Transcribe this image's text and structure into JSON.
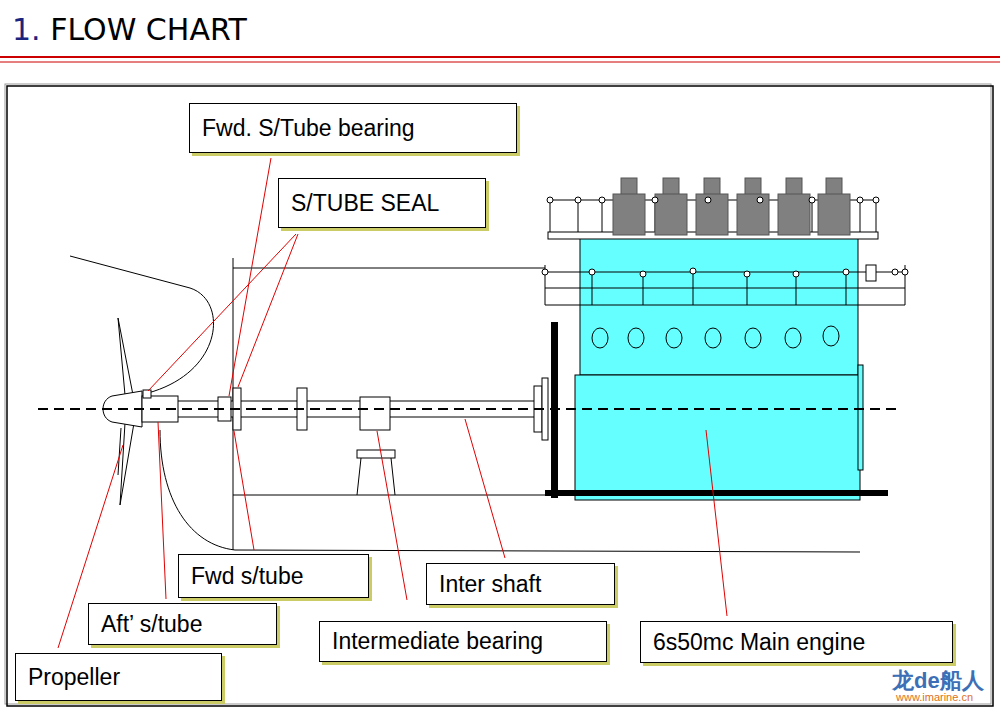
{
  "diagram": {
    "title": "1. FLOW CHART",
    "nodes": [
      {
        "text": [
          "Fwd. S/Tube bearing"
        ]
      },
      {
        "text": [
          "S/TUBE SEAL"
        ]
      },
      {
        "text": [
          "Fwd s/tube"
        ]
      },
      {
        "text": [
          "Inter shaft"
        ]
      },
      {
        "text": [
          "Aft’ s/tube"
        ]
      },
      {
        "text": [
          "Intermediate bearing"
        ]
      },
      {
        "text": [
          "6s50mc Main engine"
        ]
      },
      {
        "text": [
          "Propeller"
        ]
      }
    ],
    "labels": [
      "龙de船人",
      "www.imarine.cn"
    ]
  }
}
